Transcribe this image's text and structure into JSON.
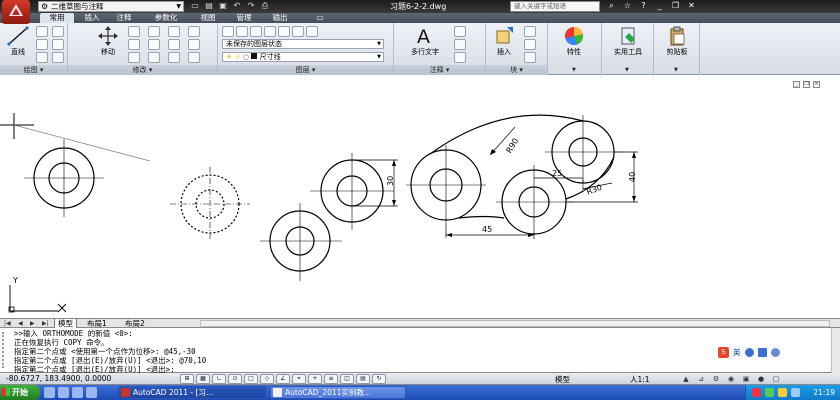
{
  "titlebar": {
    "workspace": "二维草图与注释",
    "document_title": "习题6-2-2.dwg",
    "help_search_placeholder": "键入关键字或短语"
  },
  "ribbon_tabs": [
    "常用",
    "插入",
    "注释",
    "参数化",
    "视图",
    "管理",
    "输出"
  ],
  "ribbon": {
    "draw_line_label": "直线",
    "modify_move_label": "移动",
    "layer_state": "未保存的图层状态",
    "current_layer": "尺寸线",
    "multiline_text_label": "多行文字",
    "insert_label": "插入",
    "properties_label": "特性",
    "utilities_label": "实用工具",
    "clipboard_label": "剪贴板",
    "panels": {
      "draw": "绘图",
      "modify": "修改",
      "layers": "图层",
      "annotation": "注释",
      "block": "块"
    }
  },
  "drawing": {
    "dim_r90": "R90",
    "dim_r30": "R30",
    "dim_25": "25",
    "dim_40": "40",
    "dim_45": "45",
    "dim_30": "30",
    "ucs_y": "Y",
    "ucs_x": "X"
  },
  "layout_tabs": [
    "模型",
    "布局1",
    "布局2"
  ],
  "command": {
    "lines": [
      ">>输入 ORTHOMODE 的新值 <0>:",
      "正在恢复执行 COPY 命令。",
      "指定第二个点或 <使用第一个点作为位移>: @45,-30",
      "指定第二个点或 [退出(E)/放弃(U)] <退出>:  @70,10",
      "指定第二个点或 [退出(E)/放弃(U)] <退出>:"
    ],
    "ime_label": "英"
  },
  "status": {
    "coords": "-80.6727, 183.4900, 0.0000",
    "model": "模型",
    "scale": "人1:1"
  },
  "taskbar": {
    "start": "开始",
    "tasks": [
      "AutoCAD 2011 - [习...",
      "AutoCAD_2011实例教..."
    ],
    "clock": "21:19"
  },
  "colors": {
    "title_bg": "#2a2a2a",
    "ribbon_bg": "#e3e7ee",
    "taskbar": "#245edb",
    "start": "#3a9e3a"
  }
}
